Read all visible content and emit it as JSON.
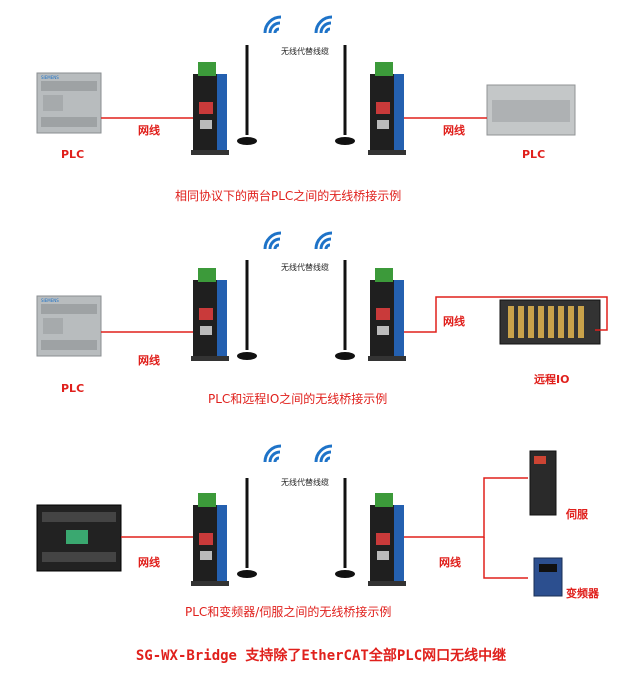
{
  "scenarios": [
    {
      "air_link": "无线代替线缆",
      "left_cable": "网线",
      "left_device": "PLC",
      "right_cable": "网线",
      "right_device": "PLC",
      "caption": "相同协议下的两台PLC之间的无线桥接示例"
    },
    {
      "air_link": "无线代替线缆",
      "left_cable": "网线",
      "left_device": "PLC",
      "right_cable": "网线",
      "right_device": "远程IO",
      "caption": "PLC和远程IO之间的无线桥接示例"
    },
    {
      "air_link": "无线代替线缆",
      "left_cable": "网线",
      "right_cable": "网线",
      "right_device_top": "伺服",
      "right_device_bottom": "变频器",
      "caption": "PLC和变频器/伺服之间的无线桥接示例"
    }
  ],
  "footer": "SG-WX-Bridge 支持除了EtherCAT全部PLC网口无线中继",
  "colors": {
    "accent": "#e0201c",
    "wifi": "#1e73c8",
    "bridge_body": "#1f1f1f",
    "bridge_side": "#2460b0"
  }
}
